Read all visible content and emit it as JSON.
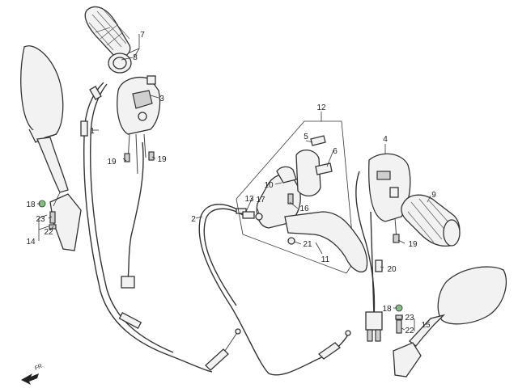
{
  "callouts": {
    "c1": "1",
    "c2": "2",
    "c3": "3",
    "c4": "4",
    "c5": "5",
    "c6": "6",
    "c7": "7",
    "c8": "8",
    "c9": "9",
    "c10": "10",
    "c11": "11",
    "c12": "12",
    "c13": "13",
    "c14": "14",
    "c15": "15",
    "c16": "16",
    "c17": "17",
    "c18a": "18",
    "c18b": "18",
    "c19a": "19",
    "c19b": "19",
    "c19c": "19",
    "c20": "20",
    "c21": "21",
    "c22a": "22",
    "c22b": "22",
    "c23a": "23",
    "c23b": "23"
  },
  "direction": {
    "label": "FR."
  },
  "colors": {
    "line": "#333333",
    "part_fill": "#f2f2f2",
    "washer": "#7fc37f"
  }
}
